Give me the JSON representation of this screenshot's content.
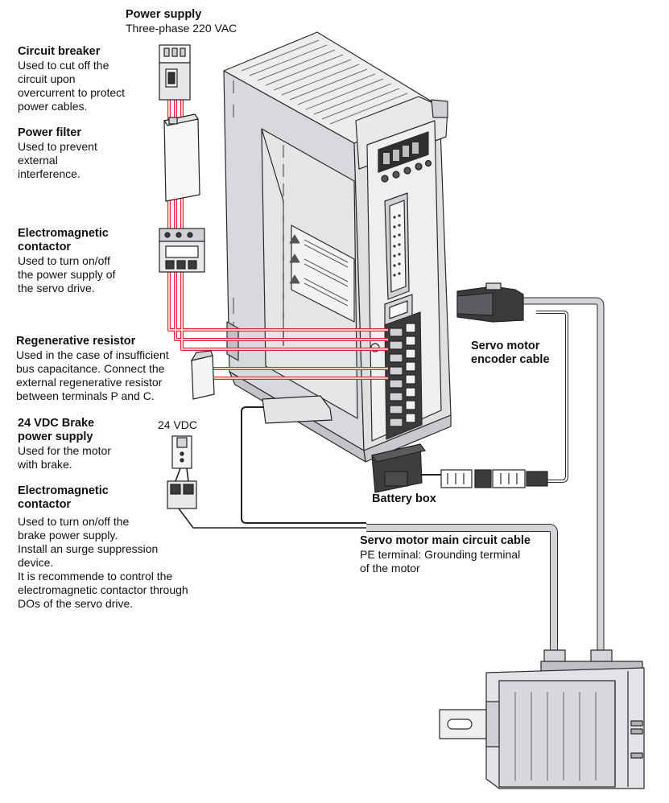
{
  "power_supply": {
    "title": "Power supply",
    "desc": "Three-phase 220 VAC"
  },
  "circuit_breaker": {
    "title": "Circuit breaker",
    "lines": [
      "Used to cut off the",
      "circuit upon",
      "overcurrent to protect",
      "power cables."
    ]
  },
  "power_filter": {
    "title": "Power filter",
    "lines": [
      "Used to prevent",
      "external",
      "interference."
    ]
  },
  "contactor_main": {
    "title_lines": [
      "Electromagnetic",
      "contactor"
    ],
    "lines": [
      "Used to turn on/off",
      "the power supply of",
      "the servo drive."
    ]
  },
  "regen_resistor": {
    "title": "Regenerative resistor",
    "lines": [
      "Used in the case of insufficient",
      "bus capacitance. Connect the",
      "external regenerative resistor",
      "between terminals P and C."
    ]
  },
  "brake_supply": {
    "title_lines": [
      "24 VDC Brake",
      "power supply"
    ],
    "lines": [
      "Used for the motor",
      "with brake."
    ],
    "voltage": "24 VDC"
  },
  "contactor_brake": {
    "title_lines": [
      "Electromagnetic",
      "contactor"
    ],
    "lines": [
      "Used to turn on/off the",
      "brake power supply.",
      "Install an surge suppression",
      "device.",
      "It is recommende to control the",
      "electromagnetic contactor through",
      "DOs of the servo drive."
    ]
  },
  "encoder_cable": {
    "title_lines": [
      "Servo motor",
      "encoder cable"
    ]
  },
  "battery_box": {
    "title": "Battery box"
  },
  "main_cable": {
    "title": "Servo motor main circuit cable",
    "lines": [
      "PE terminal: Grounding terminal",
      "of the motor"
    ]
  },
  "colors": {
    "power_wire": "#e8202a",
    "drive_body": "#dcdde0",
    "drive_shadow": "#b9bbbf",
    "outline": "#2a2a2a",
    "motor": "#e2e3e6",
    "cable": "#d4d5d8"
  }
}
